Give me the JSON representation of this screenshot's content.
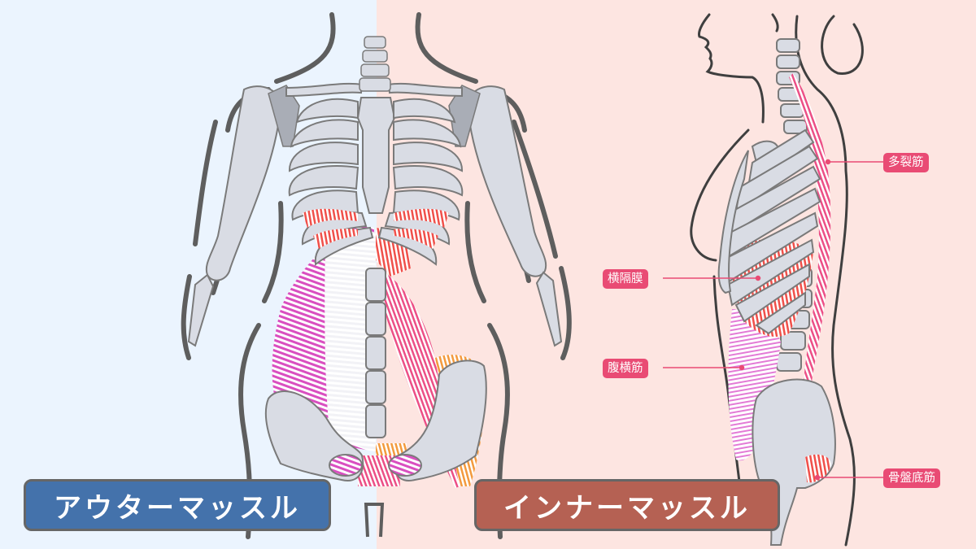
{
  "colors": {
    "left_bg": "#EBF4FE",
    "right_bg": "#FDE5E1",
    "outer_button": "#4472AB",
    "inner_button": "#B56153",
    "button_border": "#666666",
    "tag_bg": "#E94B74",
    "bone_fill": "#D9DCE4",
    "bone_stroke": "#7A7A7A",
    "outline": "#5E5E5E"
  },
  "panels": {
    "outer": {
      "title": "アウターマッスル"
    },
    "inner": {
      "title": "インナーマッスル"
    }
  },
  "labels": [
    {
      "id": "multifidus",
      "text": "多裂筋"
    },
    {
      "id": "diaphragm",
      "text": "横隔膜"
    },
    {
      "id": "transversus",
      "text": "腹横筋"
    },
    {
      "id": "pelvic_floor",
      "text": "骨盤底筋"
    }
  ]
}
